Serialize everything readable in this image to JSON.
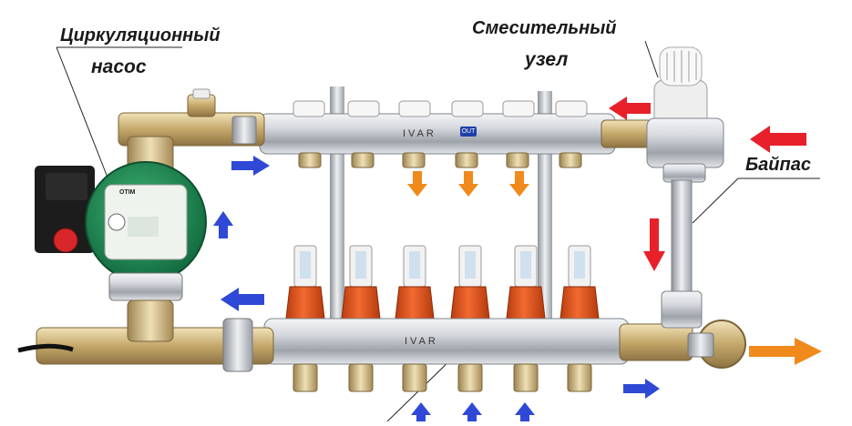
{
  "labels": {
    "pump_line1": "Циркуляционный",
    "pump_line2": "насос",
    "mixer_line1": "Смесительный",
    "mixer_line2": "узел",
    "bypass": "Байпас",
    "top_caption": "",
    "bottom_caption": ""
  },
  "brands": {
    "manifold": "IVAR",
    "pump": "OTIM",
    "supply_badge": "OUT"
  },
  "colors": {
    "hot_arrow": "#e8202a",
    "supply_arrow": "#f08a1c",
    "return_arrow": "#2f49d6",
    "pump_body": "#1e8b55",
    "flowmeter_cap": "#e4571f",
    "brass": "#c9b07a",
    "chrome": "#c8ccd2"
  }
}
